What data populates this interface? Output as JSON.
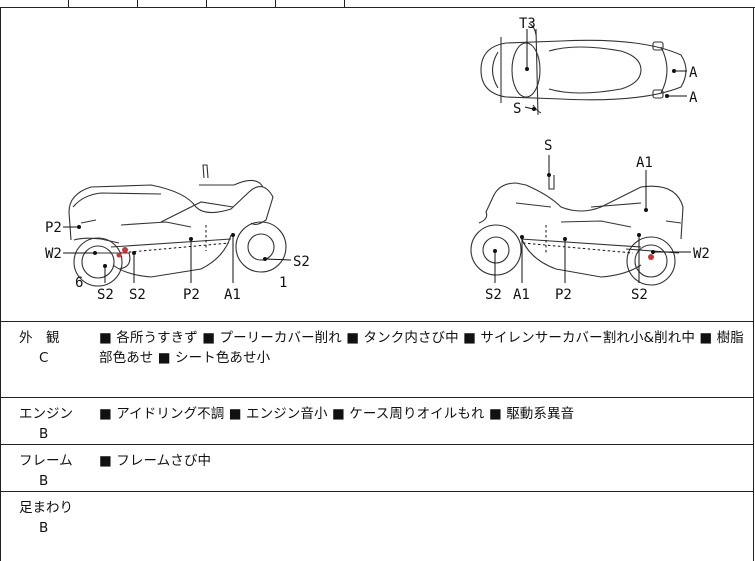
{
  "diagram": {
    "top_view_labels": {
      "t3": "T3",
      "a1": "A",
      "a2": "A",
      "s": "S"
    },
    "left_view_labels": {
      "p2": "P2",
      "w2": "W2",
      "six": "6",
      "s2a": "S2",
      "s2b": "S2",
      "p2b": "P2",
      "a1": "A1",
      "one": "1",
      "s2c": "S2"
    },
    "right_view_labels": {
      "s": "S",
      "a1": "A1",
      "w2": "W2",
      "s2a": "S2",
      "a1b": "A1",
      "p2": "P2",
      "s2b": "S2"
    }
  },
  "rows": [
    {
      "category": "外　観",
      "grade": "C",
      "description": "■ 各所うすきず ■ プーリーカバー削れ ■ タンク内さび中 ■ サイレンサーカバー割れ小&削れ中 ■ 樹脂部色あせ ■ シート色あせ小"
    },
    {
      "category": "エンジン",
      "grade": "B",
      "description": "■ アイドリング不調 ■ エンジン音小 ■ ケース周りオイルもれ ■ 駆動系異音"
    },
    {
      "category": "フレーム",
      "grade": "B",
      "description": "■ フレームさび中"
    },
    {
      "category": "足まわり",
      "grade": "B",
      "description": ""
    }
  ]
}
